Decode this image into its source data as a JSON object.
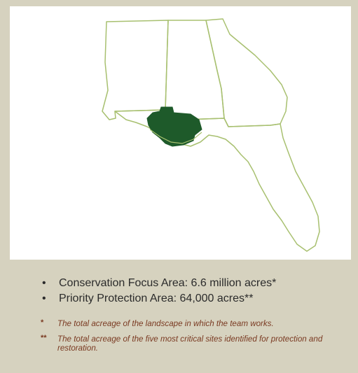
{
  "map": {
    "colors": {
      "outline": "#a8c070",
      "focus_area": "#1e5a2a"
    }
  },
  "bullets": [
    "Conservation Focus Area:  6.6 million acres*",
    "Priority Protection Area: 64,000 acres**"
  ],
  "footnotes": [
    {
      "mark": "*",
      "text": "The total acreage of the landscape in which the team works."
    },
    {
      "mark": "**",
      "text": "The total acreage of the five most critical sites identified for protection and restoration."
    }
  ]
}
